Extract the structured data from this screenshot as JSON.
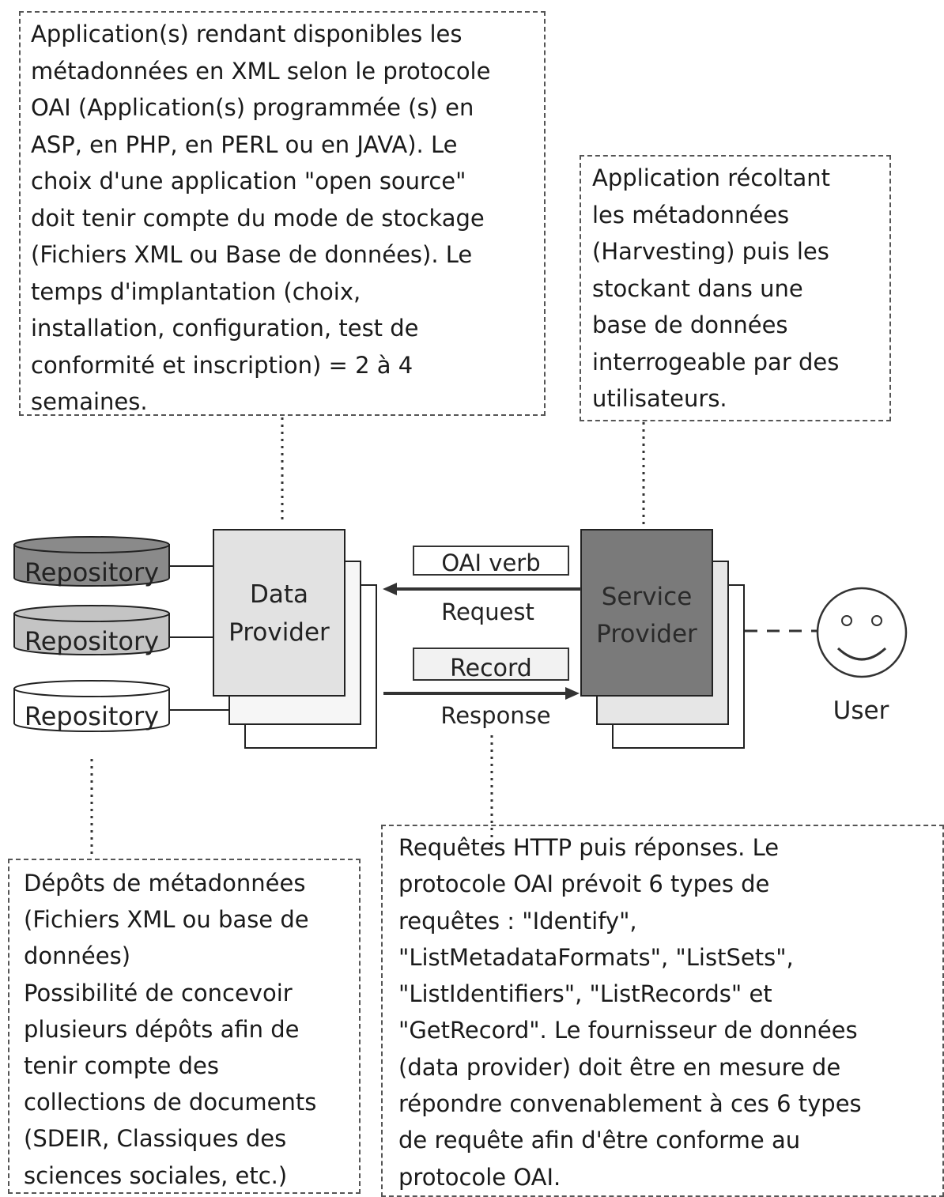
{
  "notes": {
    "application": "Application(s) rendant disponibles les\nmétadonnées en XML selon le protocole\nOAI (Application(s) programmée (s) en\nASP, en PHP, en PERL ou en JAVA).  Le\nchoix d'une application \"open source\"\ndoit tenir compte du mode de stockage\n(Fichiers XML ou Base de données).  Le\ntemps d'implantation (choix,\ninstallation, configuration, test de\nconformité et inscription) = 2 à 4\nsemaines.",
    "service": "Application récoltant\nles métadonnées\n(Harvesting) puis les\nstockant dans une\nbase de données\ninterrogeable par des\nutilisateurs.",
    "repositories": "Dépôts de métadonnées\n(Fichiers XML ou base de\ndonnées)\nPossibilité de concevoir\nplusieurs dépôts afin de\ntenir compte des\ncollections de documents\n(SDEIR, Classiques des\nsciences sociales, etc.)",
    "http": "Requêtes HTTP puis réponses.  Le\nprotocole OAI prévoit 6 types de\nrequêtes : \"Identify\",\n\"ListMetadataFormats\", \"ListSets\",\n\"ListIdentifiers\", \"ListRecords\" et\n\"GetRecord\".  Le fournisseur de données\n(data provider) doit être en mesure de\nrépondre convenablement à ces 6 types\nde requête afin d'être conforme au\nprotocole OAI."
  },
  "repositories": [
    {
      "label": "Repository",
      "fill": "#8a8a8a"
    },
    {
      "label": "Repository",
      "fill": "#c4c4c4"
    },
    {
      "label": "Repository",
      "fill": "#ffffff"
    }
  ],
  "data_provider": {
    "line1": "Data",
    "line2": "Provider",
    "fill": "#e2e2e2"
  },
  "service_provider": {
    "line1": "Service",
    "line2": "Provider",
    "fill": "#7a7a7a"
  },
  "request": {
    "tag": "OAI verb",
    "label": "Request"
  },
  "response": {
    "tag": "Record",
    "label": "Response"
  },
  "user": {
    "label": "User"
  }
}
